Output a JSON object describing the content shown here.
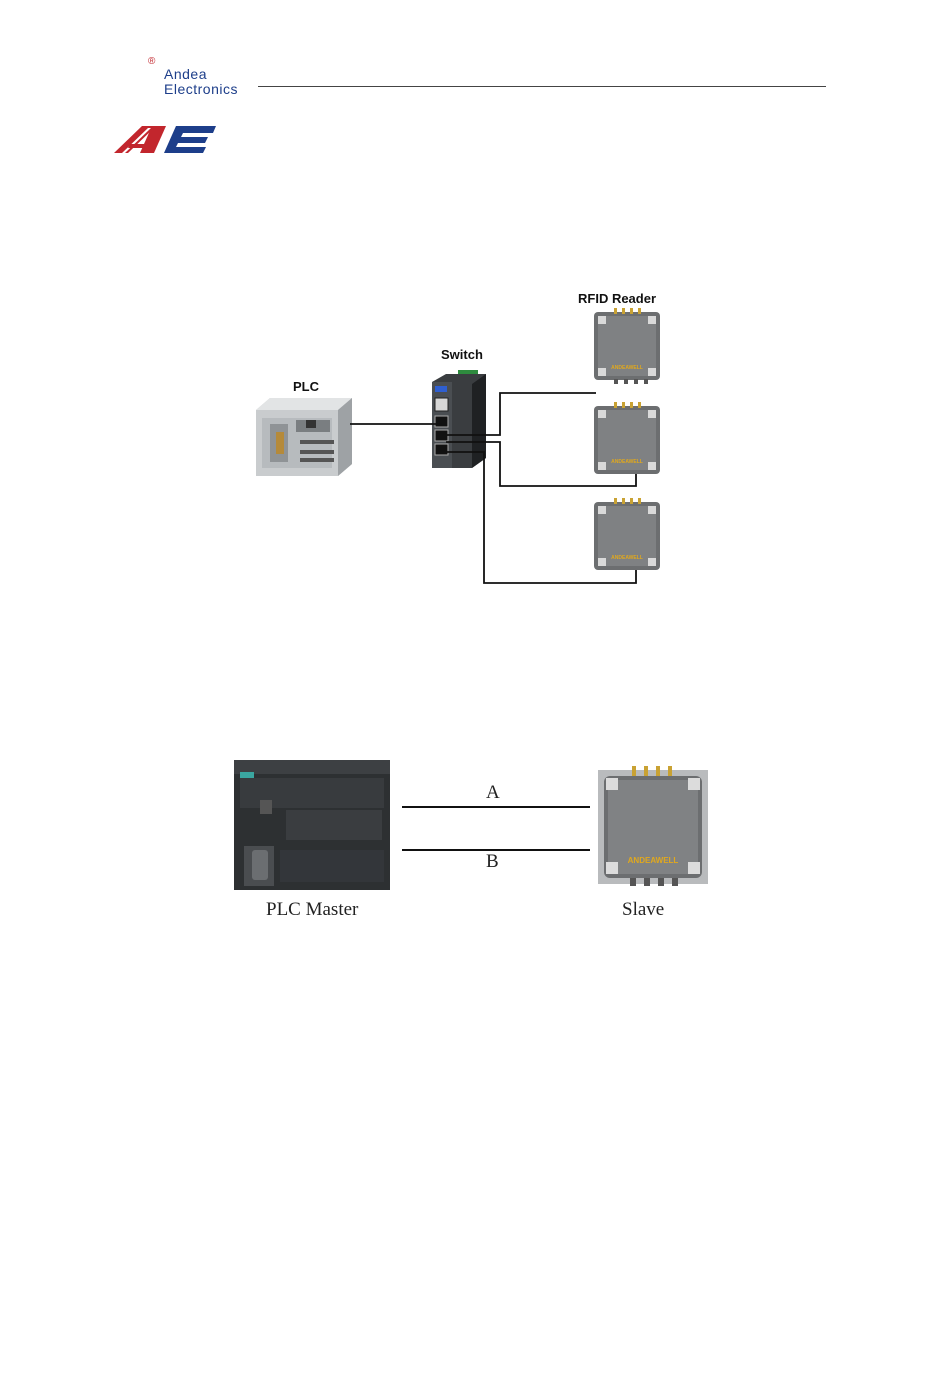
{
  "header": {
    "brand_line1": "Andea",
    "brand_line2": "Electronics",
    "registered_mark": "®",
    "brand_colors": {
      "red": "#c2262d",
      "blue": "#1d3e8a"
    }
  },
  "ethernet_diagram": {
    "plc_label": "PLC",
    "switch_label": "Switch",
    "reader_label": "RFID Reader",
    "reader_brand_marks": [
      "ANDEAWELL",
      "ANDEAWELL",
      "ANDEAWELL"
    ],
    "reader_count": 3
  },
  "rs485_diagram": {
    "master_label": "PLC Master",
    "slave_label": "Slave",
    "line_a_label": "A",
    "line_b_label": "B",
    "slave_brand_mark": "ANDEAWELL"
  }
}
